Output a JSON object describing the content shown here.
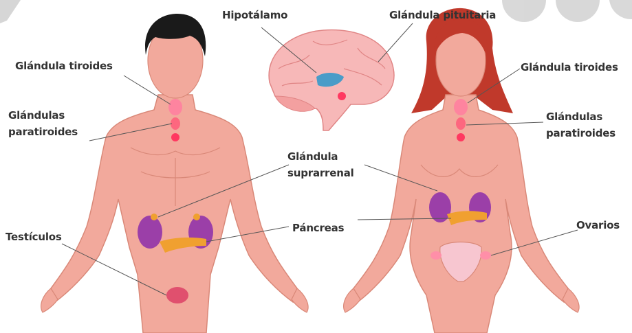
{
  "labels": {
    "hipotalamo": "Hipotálamo",
    "glandula_pituitaria": "Glándula pituitaria",
    "tiroides_left": "Glándula tiroides",
    "tiroides_right": "Glándula tiroides",
    "paratiroides_left_1": "Glándulas",
    "paratiroides_left_2": "paratiroides",
    "paratiroides_right_1": "Glándulas",
    "paratiroides_right_2": "paratiroides",
    "suprarrenal_1": "Glándula",
    "suprarrenal_2": "suprarrenal",
    "pancreas": "Páncreas",
    "testiculos": "Testículos",
    "ovarios": "Ovarios"
  },
  "colors": {
    "skin": "#f2a99c",
    "skin_shadow": "#d98878",
    "male_hair": "#1a1a1a",
    "female_hair": "#c0392b",
    "kidney": "#9b3fa8",
    "pancreas": "#f0a030",
    "gland": "#ff5c7a",
    "brain": "#f7b8b8",
    "hypothalamus": "#4a9cc8",
    "leader_line": "#555555"
  }
}
